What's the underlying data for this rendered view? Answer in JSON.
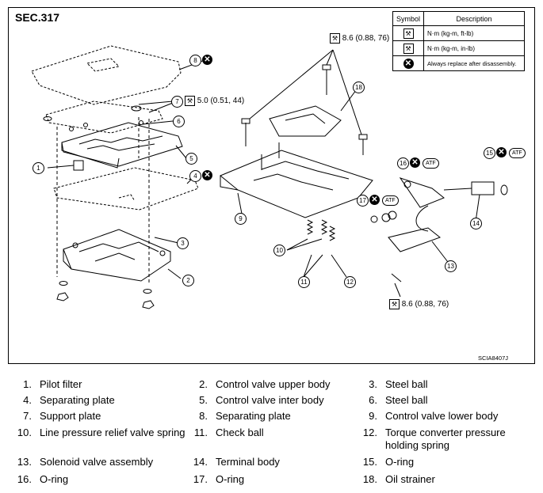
{
  "header": {
    "section": "SEC.317",
    "figure_code": "SCIA8407J"
  },
  "legend": {
    "col_symbol": "Symbol",
    "col_description": "Description",
    "rows": [
      {
        "icon": "torque-wrench-icon",
        "description": "N·m (kg-m, ft-lb)"
      },
      {
        "icon": "torque-wrench-small-icon",
        "description": "N·m (kg-m, in-lb)"
      },
      {
        "icon": "replace-icon",
        "description": "Always replace after disassembly."
      }
    ]
  },
  "torques": {
    "top": "8.6 (0.88, 76)",
    "item7": "5.0 (0.51, 44)",
    "bottom": "8.6 (0.88, 76)"
  },
  "tags": {
    "atf": "ATF",
    "replace": "✕"
  },
  "callouts": [
    "1",
    "2",
    "3",
    "4",
    "5",
    "6",
    "7",
    "8",
    "9",
    "10",
    "11",
    "12",
    "13",
    "14",
    "15",
    "16",
    "17",
    "18"
  ],
  "parts": [
    {
      "num": "1.",
      "name": "Pilot filter"
    },
    {
      "num": "2.",
      "name": "Control valve upper body"
    },
    {
      "num": "3.",
      "name": "Steel ball"
    },
    {
      "num": "4.",
      "name": "Separating plate"
    },
    {
      "num": "5.",
      "name": "Control valve inter body"
    },
    {
      "num": "6.",
      "name": "Steel ball"
    },
    {
      "num": "7.",
      "name": "Support plate"
    },
    {
      "num": "8.",
      "name": "Separating plate"
    },
    {
      "num": "9.",
      "name": "Control valve lower body"
    },
    {
      "num": "10.",
      "name": "Line pressure relief valve spring"
    },
    {
      "num": "11.",
      "name": "Check ball"
    },
    {
      "num": "12.",
      "name": "Torque converter pressure",
      "name2": "holding spring"
    },
    {
      "num": "13.",
      "name": "Solenoid valve assembly"
    },
    {
      "num": "14.",
      "name": "Terminal body"
    },
    {
      "num": "15.",
      "name": "O-ring"
    },
    {
      "num": "16.",
      "name": "O-ring"
    },
    {
      "num": "17.",
      "name": "O-ring"
    },
    {
      "num": "18.",
      "name": "Oil strainer"
    }
  ]
}
